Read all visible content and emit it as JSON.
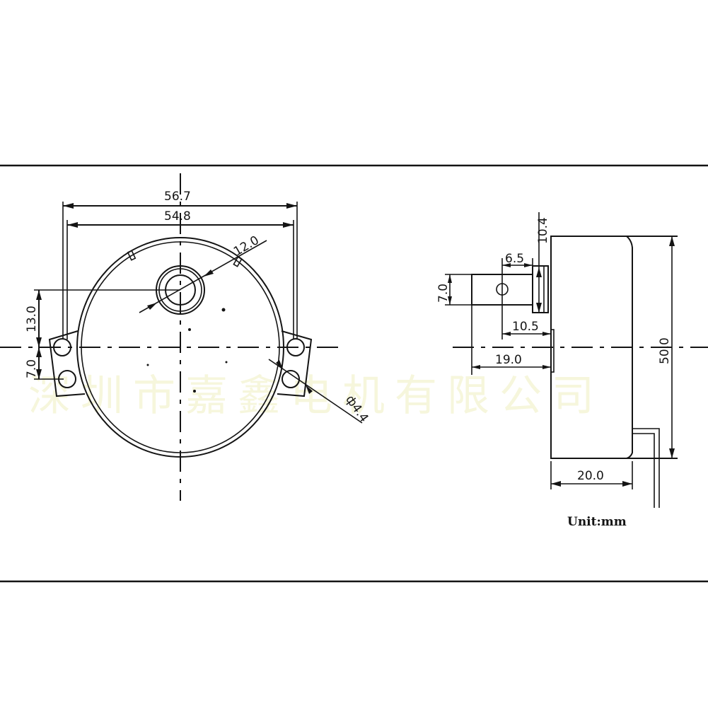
{
  "drawing": {
    "watermark": "深圳市嘉鑫电机有限公司",
    "unit_label": "Unit:mm",
    "colors": {
      "line": "#141414",
      "background": "#ffffff",
      "watermark": "#f6f6dc"
    }
  },
  "front_view": {
    "dimensions": {
      "overall_width": "56.7",
      "body_width": "54.8",
      "shaft_diameter": "12.0",
      "shaft_offset": "13.0",
      "hole_spacing": "7.0",
      "hole_diameter": "ф4.4"
    }
  },
  "side_view": {
    "dimensions": {
      "flange_height": "10.4",
      "shaft_flat": "6.5",
      "shaft_width": "7.0",
      "shaft_hole_offset": "10.5",
      "shaft_length": "19.0",
      "body_diameter": "50.0",
      "body_depth": "20.0"
    }
  }
}
